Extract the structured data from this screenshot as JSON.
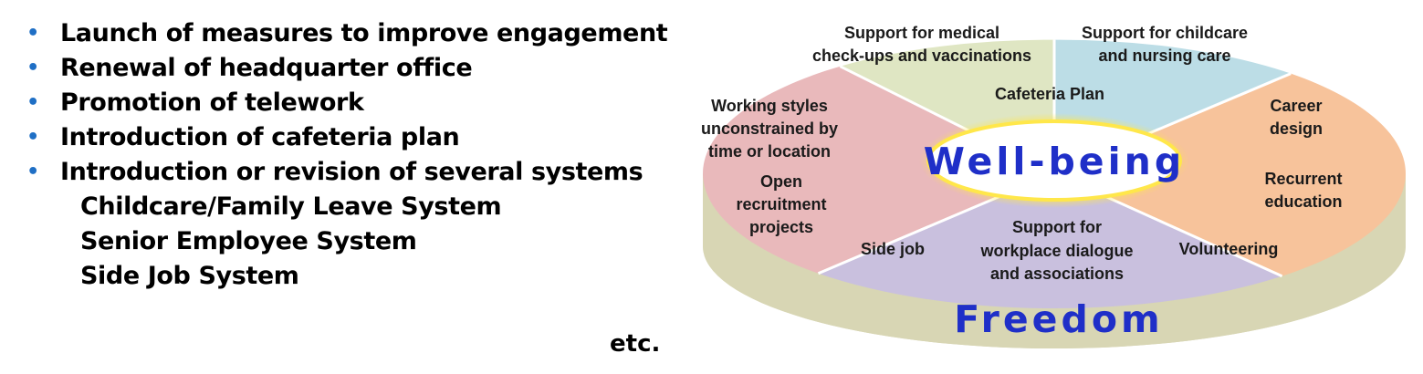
{
  "bullets": [
    "Launch of measures to improve engagement",
    "Renewal of headquarter office",
    "Promotion of telework",
    "Introduction of cafeteria plan",
    "Introduction or revision of several systems"
  ],
  "sub_items": [
    "Childcare/Family Leave System",
    "Senior Employee System",
    "Side Job System"
  ],
  "etc": "etc.",
  "diagram": {
    "center": "Well-being",
    "base": "Freedom",
    "colors": {
      "green": "#dfe6c3",
      "blue": "#bcdde6",
      "orange": "#f7c39b",
      "purple": "#c9c0de",
      "pink": "#e9b9bb",
      "rim": "#d8d6b4",
      "text_blue": "#1f2fc8"
    },
    "segments": {
      "medical": [
        "Support for medical",
        "check-ups and vaccinations"
      ],
      "childcare": [
        "Support for childcare",
        "and nursing care"
      ],
      "cafeteria": "Cafeteria Plan",
      "working_styles": [
        "Working styles",
        "unconstrained by",
        "time or location"
      ],
      "open_recruitment": [
        "Open",
        "recruitment",
        "projects"
      ],
      "career": [
        "Career",
        "design"
      ],
      "recurrent": [
        "Recurrent",
        "education"
      ],
      "side_job": "Side job",
      "dialogue": [
        "Support for",
        "workplace dialogue",
        "and associations"
      ],
      "volunteering": "Volunteering"
    }
  }
}
